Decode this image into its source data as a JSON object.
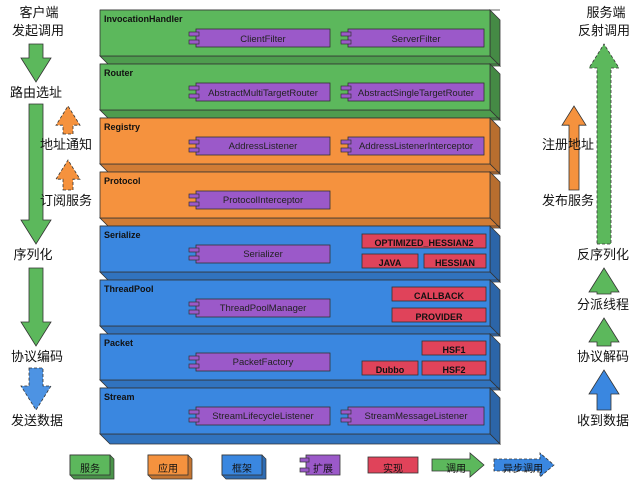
{
  "left_column": {
    "title_line1": "客户端",
    "title_line2": "发起调用",
    "routing": "路由选址",
    "address_notify": "地址通知",
    "subscribe": "订阅服务",
    "serialize": "序列化",
    "encode": "协议编码",
    "send": "发送数据"
  },
  "right_column": {
    "title_line1": "服务端",
    "title_line2": "反射调用",
    "register": "注册地址",
    "publish": "发布服务",
    "deserialize": "反序列化",
    "dispatch": "分派线程",
    "decode": "协议解码",
    "receive": "收到数据"
  },
  "layers": [
    {
      "name": "InvocationHandler",
      "color": "#5cb85c",
      "components": [
        "ClientFilter",
        "ServerFilter"
      ],
      "impls": []
    },
    {
      "name": "Router",
      "color": "#5cb85c",
      "components": [
        "AbstractMultiTargetRouter",
        "AbstractSingleTargetRouter"
      ],
      "impls": []
    },
    {
      "name": "Registry",
      "color": "#f5923e",
      "components": [
        "AddressListener",
        "AddressListenerInterceptor"
      ],
      "impls": []
    },
    {
      "name": "Protocol",
      "color": "#f5923e",
      "components": [
        "ProtocolInterceptor"
      ],
      "impls": []
    },
    {
      "name": "Serialize",
      "color": "#3a87e0",
      "components": [
        "Serializer"
      ],
      "impls": [
        "OPTIMIZED_HESSIAN2",
        "JAVA",
        "HESSIAN"
      ]
    },
    {
      "name": "ThreadPool",
      "color": "#3a87e0",
      "components": [
        "ThreadPoolManager"
      ],
      "impls": [
        "CALLBACK",
        "PROVIDER"
      ]
    },
    {
      "name": "Packet",
      "color": "#3a87e0",
      "components": [
        "PacketFactory"
      ],
      "impls": [
        "HSF1",
        "Dubbo",
        "HSF2"
      ]
    },
    {
      "name": "Stream",
      "color": "#3a87e0",
      "components": [
        "StreamLifecycleListener",
        "StreamMessageListener"
      ],
      "impls": []
    }
  ],
  "legend": {
    "service": "服务",
    "application": "应用",
    "framework": "框架",
    "extension": "扩展",
    "implementation": "实现",
    "call": "调用",
    "async_call": "异步调用"
  },
  "colors": {
    "green": "#5cb85c",
    "orange": "#f5923e",
    "blue": "#3a87e0",
    "purple": "#9b59c9",
    "red": "#e0435a"
  }
}
